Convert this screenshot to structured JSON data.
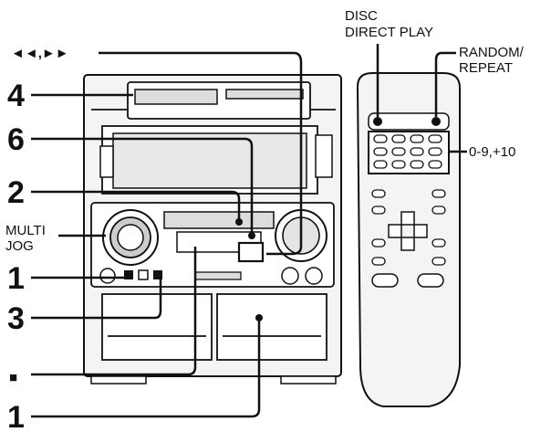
{
  "labels": {
    "skip": "◄◄,►►",
    "disc_direct_play_1": "DISC",
    "disc_direct_play_2": "DIRECT PLAY",
    "random_repeat_1": "RANDOM/",
    "random_repeat_2": "REPEAT",
    "num_4": "4",
    "num_6": "6",
    "num_2": "2",
    "multi_jog_1": "MULTI",
    "multi_jog_2": "JOG",
    "num_1_top": "1",
    "num_3": "3",
    "stop_symbol": "■",
    "num_1_bottom": "1",
    "number_keys": "0-9,+10"
  }
}
